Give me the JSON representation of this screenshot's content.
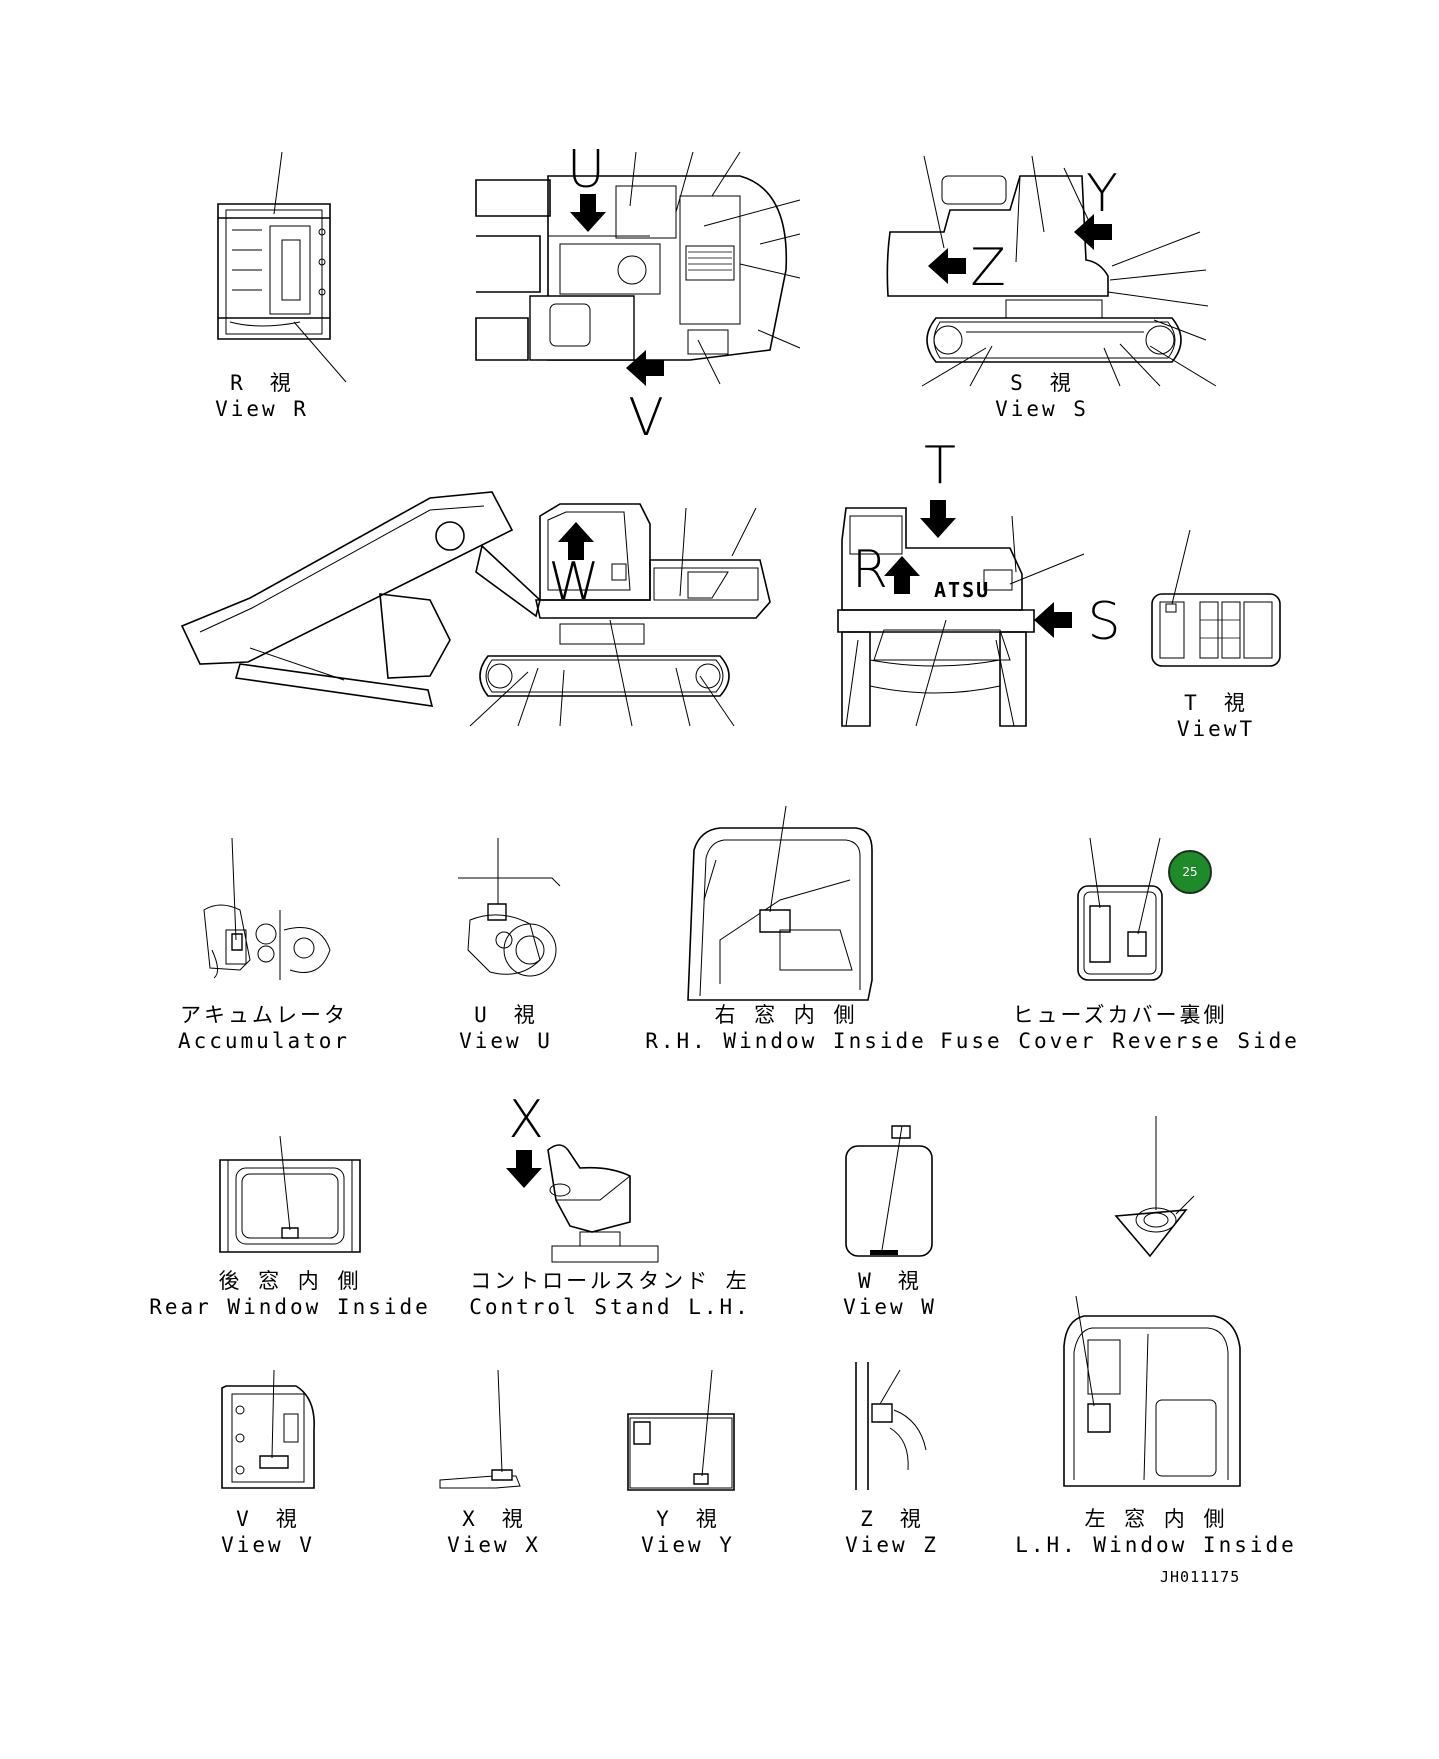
{
  "views": {
    "r": {
      "jp": "R　視",
      "en": "View R"
    },
    "s": {
      "jp": "S　視",
      "en": "View S"
    },
    "t": {
      "jp": "T　視",
      "en": "ViewT"
    },
    "u": {
      "jp": "U　視",
      "en": "View U"
    },
    "v": {
      "jp": "V　視",
      "en": "View V"
    },
    "w": {
      "jp": "W　視",
      "en": "View W"
    },
    "x": {
      "jp": "X　視",
      "en": "View X"
    },
    "y": {
      "jp": "Y　視",
      "en": "View Y"
    },
    "z": {
      "jp": "Z　視",
      "en": "View Z"
    },
    "accumulator": {
      "jp": "アキュムレータ",
      "en": "Accumulator"
    },
    "rh_window": {
      "jp": "右 窓 内 側",
      "en": "R.H. Window Inside"
    },
    "fuse_cover": {
      "jp": "ヒューズカバー裏側",
      "en": "Fuse Cover Reverse Side"
    },
    "rear_window": {
      "jp": "後 窓 内 側",
      "en": "Rear Window Inside"
    },
    "control_stand": {
      "jp": "コントロールスタンド 左",
      "en": "Control Stand L.H."
    },
    "lh_window": {
      "jp": "左 窓 内 側",
      "en": "L.H. Window Inside"
    }
  },
  "arrow_letters": {
    "u": "U",
    "v": "V",
    "y": "Y",
    "z": "Z",
    "t": "T",
    "r": "R",
    "s": "S",
    "w": "W",
    "x": "X"
  },
  "brand_fragment": "ATSU",
  "drawing_number": "JH011175",
  "badge": {
    "text": "25",
    "color": "#1e8a2a"
  }
}
